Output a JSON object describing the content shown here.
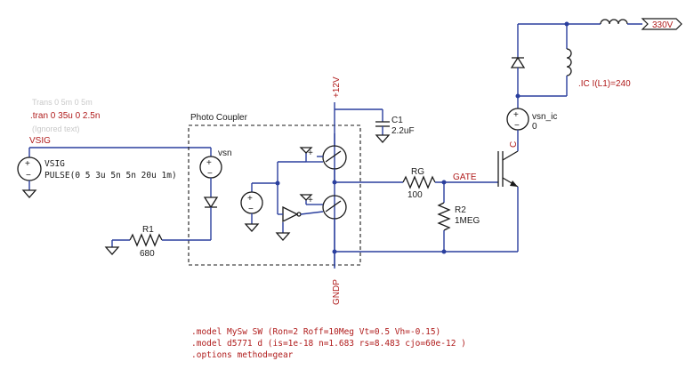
{
  "directives": {
    "tran": ".tran 0 35u 0 2.5n",
    "models": [
      ".model MySw SW (Ron=2 Roff=10Meg Vt=0.5 Vh=-0.15)",
      ".model d5771 d (is=1e-18 n=1.683 rs=8.483 cjo=60e-12 )",
      ".options method=gear"
    ],
    "ic": ".IC I(L1)=240"
  },
  "nets": {
    "vsig": "VSIG",
    "plus12": "+12V",
    "gndp": "GNDP",
    "gate": "GATE",
    "hv": "330V"
  },
  "components": {
    "vsig_name": "VSIG",
    "vsig_value": "PULSE(0 5 3u 5n 5n 20u 1m)",
    "r1_name": "R1",
    "r1_value": "680",
    "vsn_name": "vsn",
    "coupler_label": "Photo Coupler",
    "c1_name": "C1",
    "c1_value": "2.2uF",
    "rg_name": "RG",
    "rg_value": "100",
    "r2_name": "R2",
    "r2_value": "1MEG",
    "vsnic_name": "vsn_ic",
    "vsnic_value": "0",
    "c_pin": "C"
  },
  "ghost_text": [
    "Trans 0 5m 0 5m",
    "(Ignored text)"
  ],
  "colors": {
    "wire": "#2a3f9e",
    "label_red": "#b01c1c",
    "component": "#1a1a1a"
  }
}
